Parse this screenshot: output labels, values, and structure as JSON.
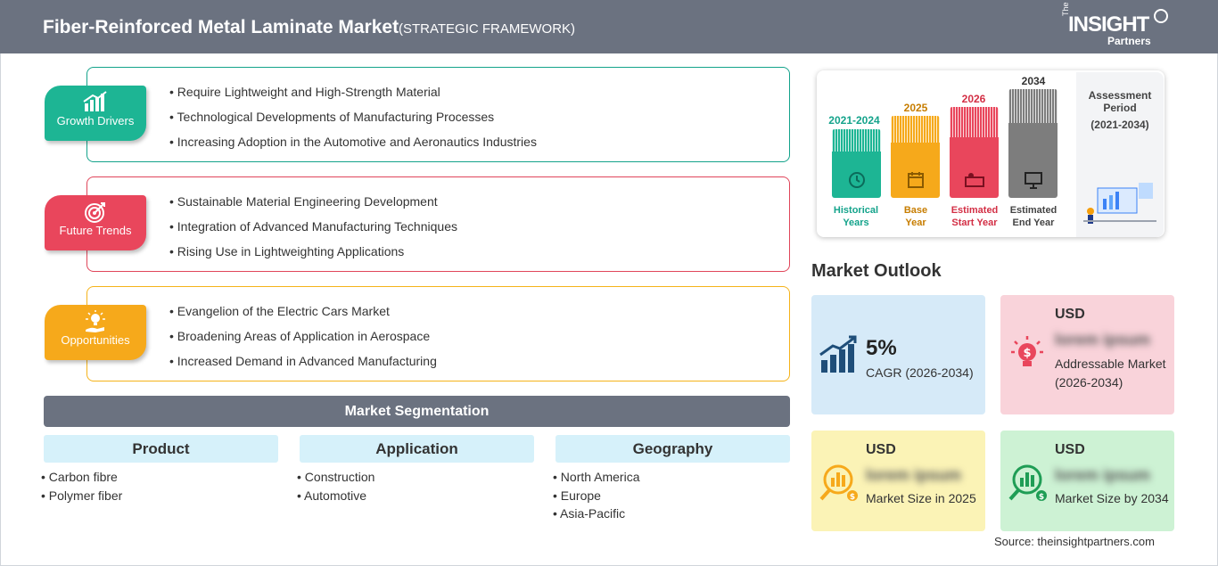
{
  "header": {
    "title": "Fiber-Reinforced Metal Laminate Market",
    "subtitle": "(STRATEGIC FRAMEWORK)",
    "logo_the": "The",
    "logo_main": "INSIGHT",
    "logo_partners": "Partners"
  },
  "sections": {
    "drivers": {
      "label": "Growth Drivers",
      "color": "#1db594",
      "items": [
        "Require Lightweight and High-Strength Material",
        "Technological Developments of Manufacturing Processes",
        "Increasing Adoption in the Automotive and Aeronautics Industries"
      ]
    },
    "trends": {
      "label": "Future Trends",
      "color": "#e9465c",
      "items": [
        "Sustainable Material Engineering Development",
        "Integration of Advanced Manufacturing Techniques",
        "Rising Use in Lightweighting Applications"
      ]
    },
    "opportunities": {
      "label": "Opportunities",
      "color": "#f6a91b",
      "items": [
        "Evangelion of the Electric Cars Market",
        "Broadening Areas of Application in Aerospace",
        "Increased Demand in Advanced Manufacturing"
      ]
    }
  },
  "segmentation": {
    "title": "Market Segmentation",
    "columns": [
      {
        "head": "Product",
        "items": [
          "Carbon fibre",
          "Polymer fiber"
        ]
      },
      {
        "head": "Application",
        "items": [
          "Construction",
          "Automotive"
        ]
      },
      {
        "head": "Geography",
        "items": [
          "North America",
          "Europe",
          "Asia-Pacific"
        ]
      }
    ]
  },
  "timeline": {
    "historical": {
      "year": "2021-2024",
      "label1": "Historical",
      "label2": "Years",
      "color": "#1db594"
    },
    "base": {
      "year": "2025",
      "label1": "Base",
      "label2": "Year",
      "color": "#f6a91b"
    },
    "start": {
      "year": "2026",
      "label1": "Estimated",
      "label2": "Start Year",
      "color": "#e9465c"
    },
    "end": {
      "year": "2034",
      "label1": "Estimated",
      "label2": "End Year",
      "color": "#7d7d7d"
    },
    "assessment_title": "Assessment Period",
    "assessment_range": "(2021-2034)"
  },
  "outlook": {
    "title": "Market Outlook",
    "cagr_value": "5%",
    "cagr_label": "CAGR (2026-2034)",
    "addressable_usd": "USD",
    "addressable_value": "lorem ipsum",
    "addressable_label": "Addressable Market (2026-2034)",
    "size2025_usd": "USD",
    "size2025_value": "lorem ipsum",
    "size2025_label": "Market Size in 2025",
    "size2034_usd": "USD",
    "size2034_value": "lorem ipsum",
    "size2034_label": "Market Size by 2034"
  },
  "source": "Source: theinsightpartners.com"
}
